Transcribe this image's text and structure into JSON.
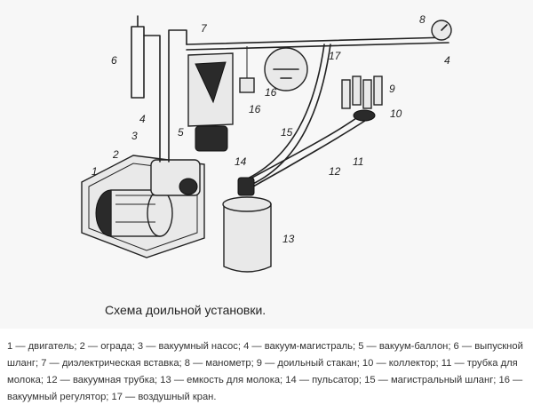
{
  "diagram": {
    "caption": "Схема доильной установки.",
    "labels": [
      "1",
      "2",
      "3",
      "4",
      "4",
      "5",
      "6",
      "7",
      "8",
      "9",
      "10",
      "11",
      "12",
      "13",
      "14",
      "15",
      "16",
      "16",
      "17"
    ]
  },
  "legend": "1 — двигатель; 2 — ограда; 3 — вакуумный насос; 4 — вакуум-магистраль; 5 — вакуум-баллон; 6 — выпускной шланг; 7 — диэлектрическая вставка; 8 — манометр; 9 — доильный стакан; 10 — коллектор; 11 — трубка для молока; 12 — вакуумная трубка; 13 — емкость для молока; 14 — пульсатор; 15 — магистральный шланг; 16 — вакуумный регулятор; 17 — воздушный кран."
}
